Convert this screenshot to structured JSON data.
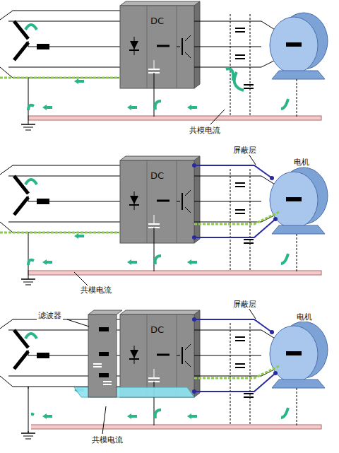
{
  "diagram": {
    "nodes": [
      {
        "text": [
          "DC"
        ]
      },
      {
        "text": [
          "DC"
        ]
      },
      {
        "text": [
          "DC"
        ]
      }
    ],
    "labels": [
      "共模电流",
      "屏蔽层",
      "电机",
      "共模电流",
      "滤波器",
      "屏蔽层",
      "电机",
      "共模电流"
    ]
  }
}
